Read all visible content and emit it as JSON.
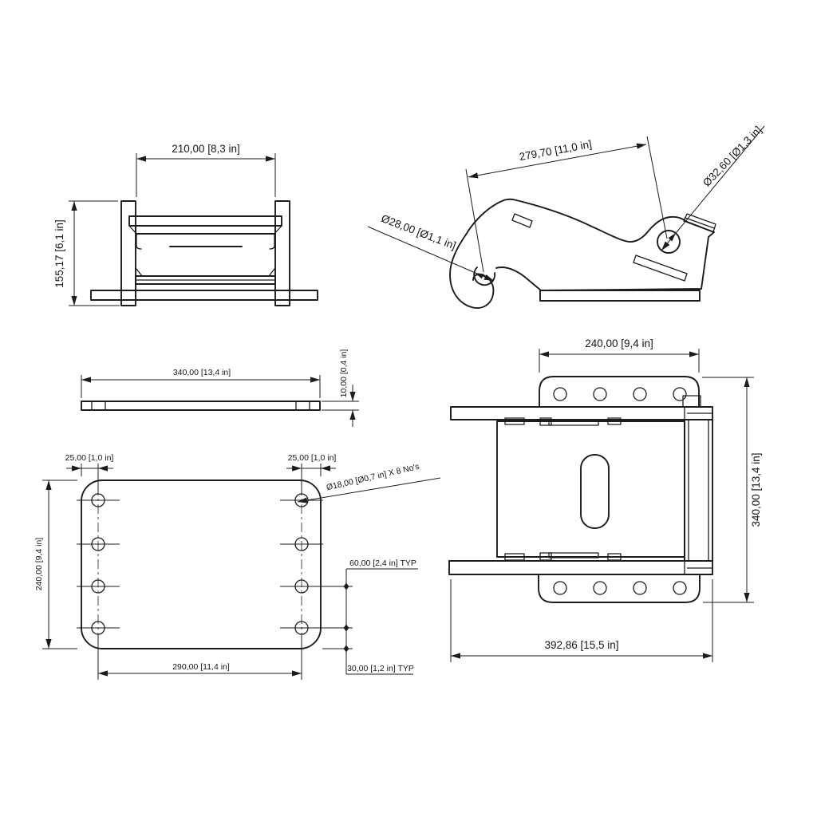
{
  "colors": {
    "line": "#1c1c1c",
    "background": "#ffffff"
  },
  "views": {
    "front": {
      "width": "210,00 [8,3 in]",
      "height": "155,17 [6,1 in]"
    },
    "hook": {
      "length": "279,70 [11,0 in]",
      "hook_bore": "Ø28,00 [Ø1,1 in]",
      "pin_hole": "Ø32,60 [Ø1,3 in]"
    },
    "plate_edge": {
      "length": "340,00 [13,4 in]",
      "thickness": "10,00 [0,4 in]"
    },
    "plate_plan": {
      "margin_left": "25,00 [1,0 in]",
      "margin_right": "25,00 [1,0 in]",
      "hole_note": "Ø18,00 [Ø0,7 in] X 8 No's",
      "height": "240,00 [9,4 in]",
      "hole_span": "290,00 [11,4 in]",
      "hole_pitch": "60,00 [2,4 in] TYP",
      "edge_offset": "30,00 [1,2 in] TYP"
    },
    "assembly": {
      "flange_width": "240,00 [9,4 in]",
      "depth": "340,00 [13,4 in]",
      "overall_width": "392,86 [15,5 in]"
    }
  }
}
